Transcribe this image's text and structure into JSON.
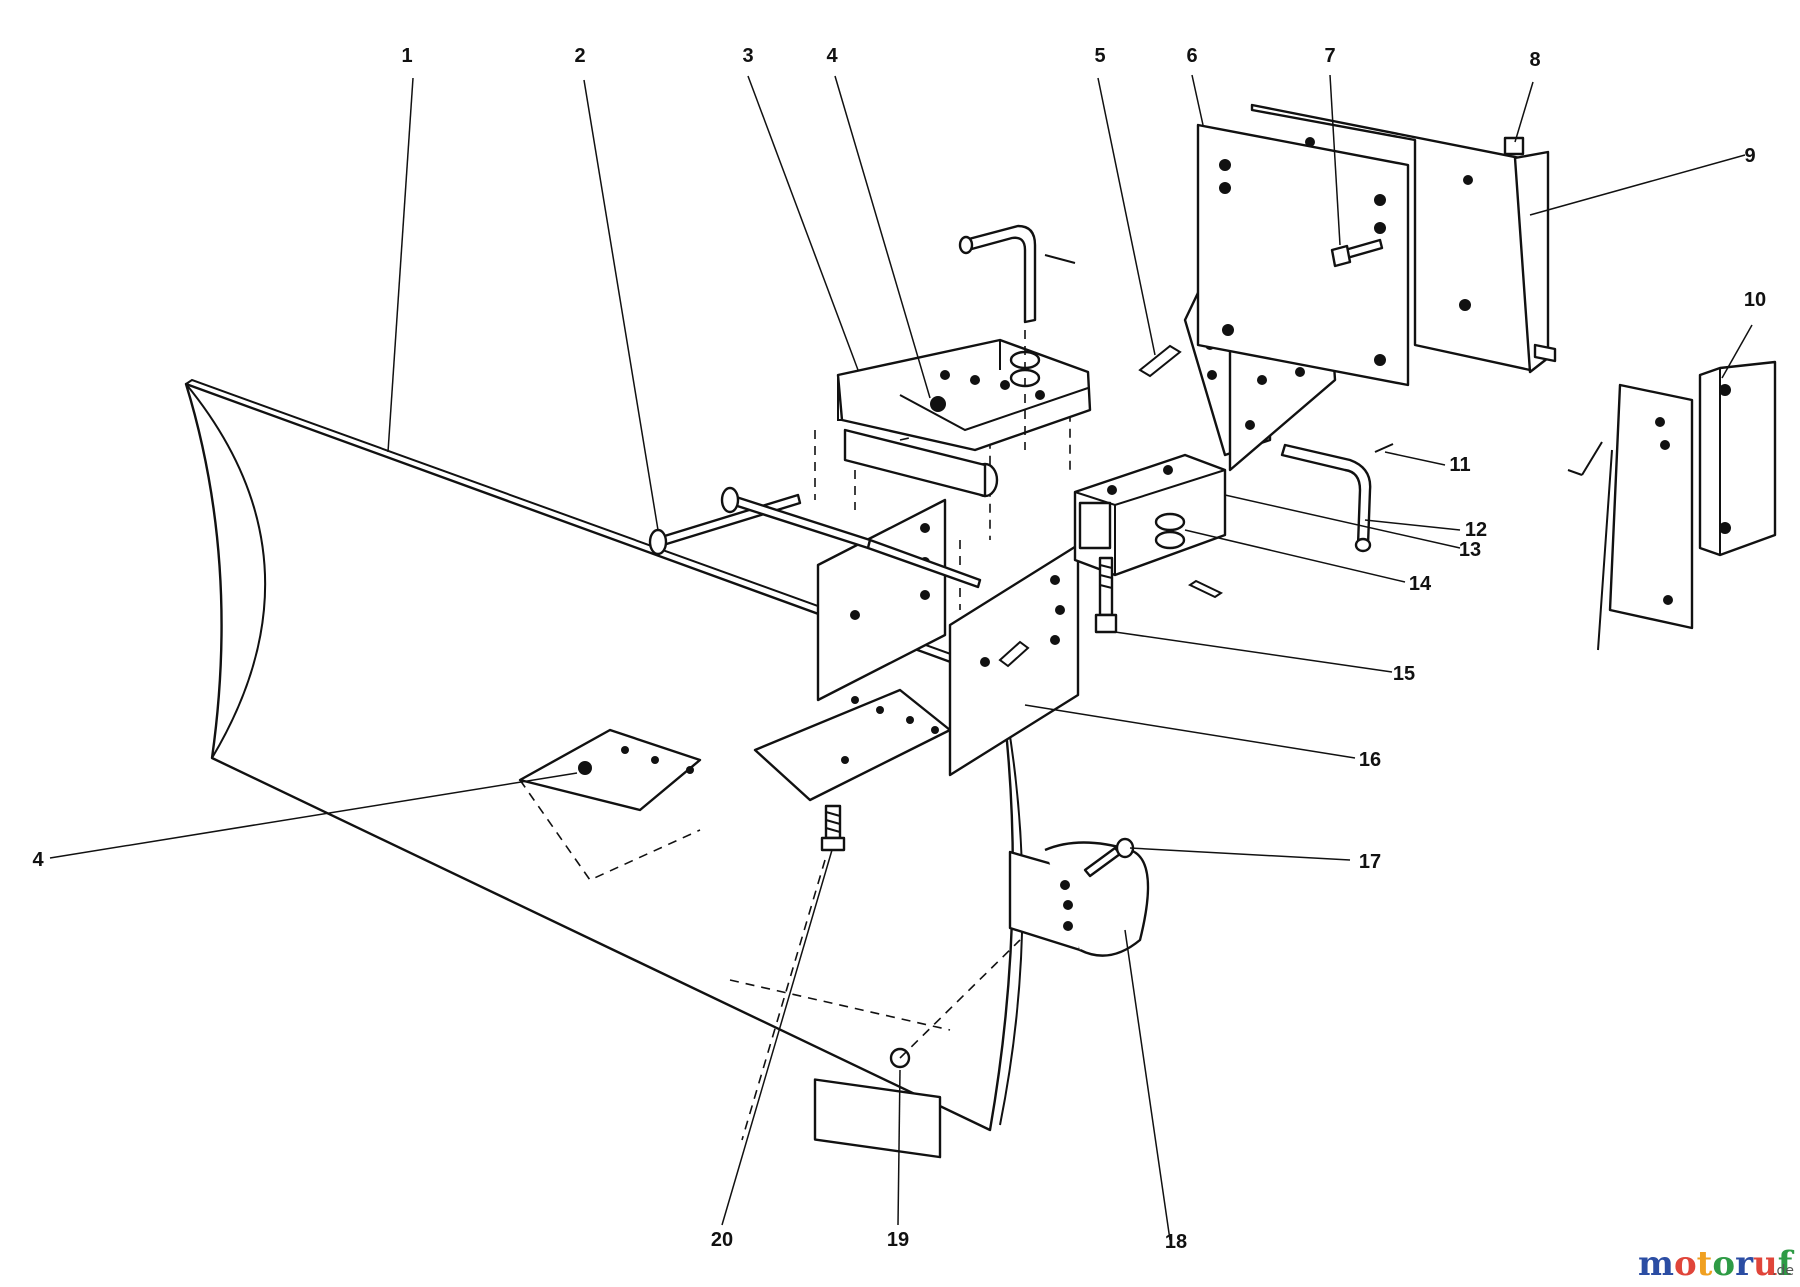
{
  "callouts": [
    {
      "id": "c1",
      "label": "1"
    },
    {
      "id": "c2",
      "label": "2"
    },
    {
      "id": "c3",
      "label": "3"
    },
    {
      "id": "c4a",
      "label": "4"
    },
    {
      "id": "c4b",
      "label": "4"
    },
    {
      "id": "c5",
      "label": "5"
    },
    {
      "id": "c6",
      "label": "6"
    },
    {
      "id": "c7",
      "label": "7"
    },
    {
      "id": "c8",
      "label": "8"
    },
    {
      "id": "c9",
      "label": "9"
    },
    {
      "id": "c10",
      "label": "10"
    },
    {
      "id": "c11",
      "label": "11"
    },
    {
      "id": "c12",
      "label": "12"
    },
    {
      "id": "c13",
      "label": "13"
    },
    {
      "id": "c14",
      "label": "14"
    },
    {
      "id": "c15",
      "label": "15"
    },
    {
      "id": "c16",
      "label": "16"
    },
    {
      "id": "c17",
      "label": "17"
    },
    {
      "id": "c18",
      "label": "18"
    },
    {
      "id": "c19",
      "label": "19"
    },
    {
      "id": "c20",
      "label": "20"
    }
  ],
  "watermark": {
    "letters": [
      "m",
      "o",
      "t",
      "o",
      "r",
      "u",
      "f"
    ],
    "colors": [
      "#2b4da3",
      "#e0453a",
      "#f0a020",
      "#2e9b45",
      "#2b4da3",
      "#e0453a",
      "#2e9b45"
    ],
    "suffix": ".de"
  }
}
